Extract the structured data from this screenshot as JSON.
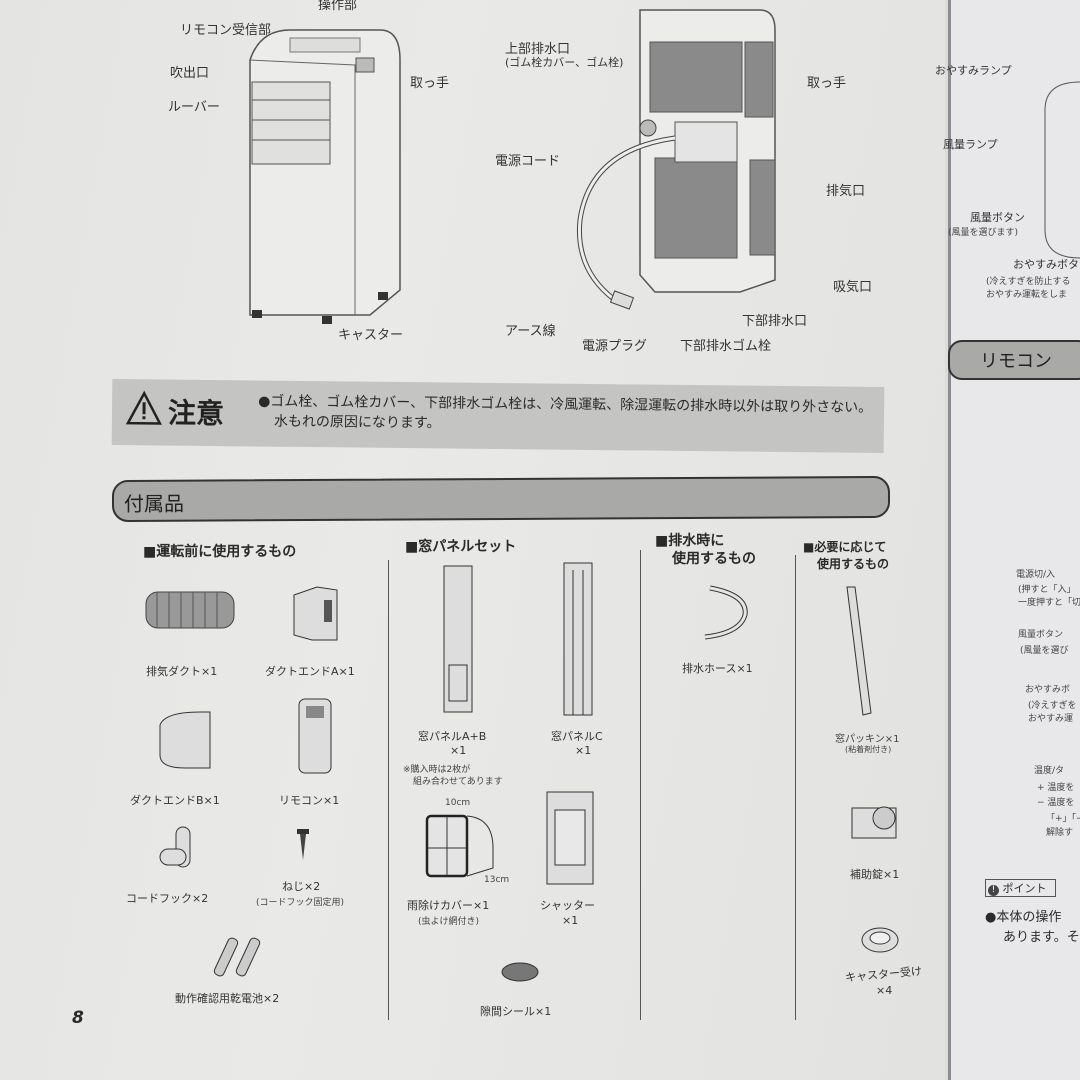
{
  "front_view": {
    "labels": [
      "操作部",
      "リモコン受信部",
      "吹出口",
      "ルーバー",
      "取っ手",
      "キャスター"
    ]
  },
  "back_view": {
    "labels": {
      "upper_drain": "上部排水口",
      "upper_drain_note": "(ゴム栓カバー、ゴム栓)",
      "handle": "取っ手",
      "power_cord": "電源コード",
      "exhaust": "排気口",
      "intake": "吸気口",
      "lower_drain": "下部排水口",
      "earth_wire": "アース線",
      "power_plug": "電源プラグ",
      "lower_drain_plug": "下部排水ゴム栓"
    }
  },
  "caution": {
    "title": "注意",
    "line1": "●ゴム栓、ゴム栓カバー、下部排水ゴム栓は、冷風運転、除湿運転の排水時以外は取り外さない。",
    "line2": "水もれの原因になります。"
  },
  "accessories": {
    "title": "付属品",
    "before_use": {
      "heading": "■運転前に使用するもの",
      "items": [
        "排気ダクト×1",
        "ダクトエンドA×1",
        "ダクトエンドB×1",
        "リモコン×1",
        "コードフック×2",
        "ねじ×2",
        "動作確認用乾電池×2"
      ],
      "screw_note": "(コードフック固定用)"
    },
    "window_panel_set": {
      "heading": "■窓パネルセット",
      "panel_ab": "窓パネルA+B",
      "panel_ab_qty": "×1",
      "panel_ab_note1": "※購入時は2枚が",
      "panel_ab_note2": "組み合わせてあります",
      "panel_c": "窓パネルC",
      "panel_c_qty": "×1",
      "dim_width": "10cm",
      "dim_depth": "13cm",
      "rain_cover": "雨除けカバー×1",
      "rain_cover_note": "(虫よけ網付き)",
      "shutter": "シャッター",
      "shutter_qty": "×1",
      "gap_seal": "隙間シール×1"
    },
    "drain": {
      "heading1": "■排水時に",
      "heading2": "使用するもの",
      "items": [
        "排水ホース×1"
      ]
    },
    "as_needed": {
      "heading1": "■必要に応じて",
      "heading2": "使用するもの",
      "packing": "窓パッキン×1",
      "packing_note": "(粘着剤付き)",
      "aux_lock": "補助錠×1",
      "caster_cup": "キャスター受け",
      "caster_cup_qty": "×4"
    }
  },
  "page_number": "8",
  "right_page": {
    "labels_top": [
      "おやすみランプ",
      "風量ランプ",
      "風量ボタン",
      "(風量を選びます)",
      "おやすみボタ",
      "(冷えすぎを防止する",
      "おやすみ運転をしま"
    ],
    "section_title": "リモコン",
    "labels_bottom": [
      "電源切/入",
      "(押すと「入」",
      "一度押すと「切",
      "風量ボタン",
      "(風量を選び",
      "おやすみボ",
      "(冷えすぎを",
      "おやすみ運",
      "温度/タ",
      "+ 温度を",
      "− 温度を",
      "「+」「−",
      "解除す"
    ],
    "point_label": "ポイント",
    "point_text1": "●本体の操作",
    "point_text2": "あります。そ"
  }
}
